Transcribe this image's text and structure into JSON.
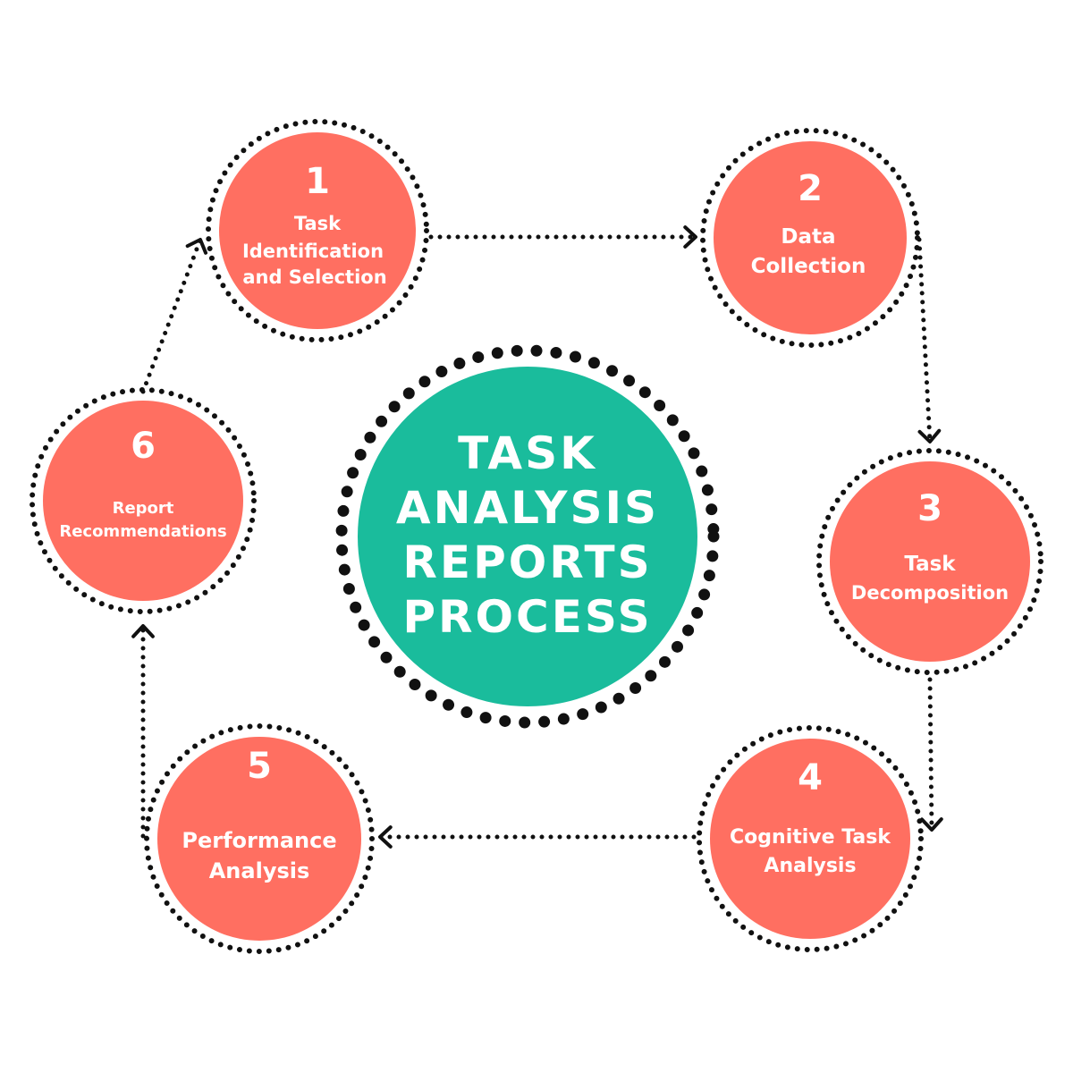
{
  "colors": {
    "background": "#ffffff",
    "step_fill": "#ff6f61",
    "center_fill": "#1abc9c",
    "dots": "#111111",
    "text": "#ffffff"
  },
  "center": {
    "title_lines": [
      "TASK",
      "ANALYSIS",
      "REPORTS",
      "PROCESS"
    ]
  },
  "steps": [
    {
      "number": "1",
      "label_lines": [
        "Task",
        "Identification",
        "and Selection"
      ]
    },
    {
      "number": "2",
      "label_lines": [
        "Data",
        "Collection"
      ]
    },
    {
      "number": "3",
      "label_lines": [
        "Task",
        "Decomposition"
      ]
    },
    {
      "number": "4",
      "label_lines": [
        "Cognitive Task",
        "Analysis"
      ]
    },
    {
      "number": "5",
      "label_lines": [
        "Performance",
        "Analysis"
      ]
    },
    {
      "number": "6",
      "label_lines": [
        "Report",
        "Recommendations"
      ]
    }
  ],
  "flow": [
    {
      "from": "1",
      "to": "2"
    },
    {
      "from": "2",
      "to": "3"
    },
    {
      "from": "3",
      "to": "4"
    },
    {
      "from": "4",
      "to": "5"
    },
    {
      "from": "5",
      "to": "6"
    },
    {
      "from": "6",
      "to": "1"
    }
  ]
}
